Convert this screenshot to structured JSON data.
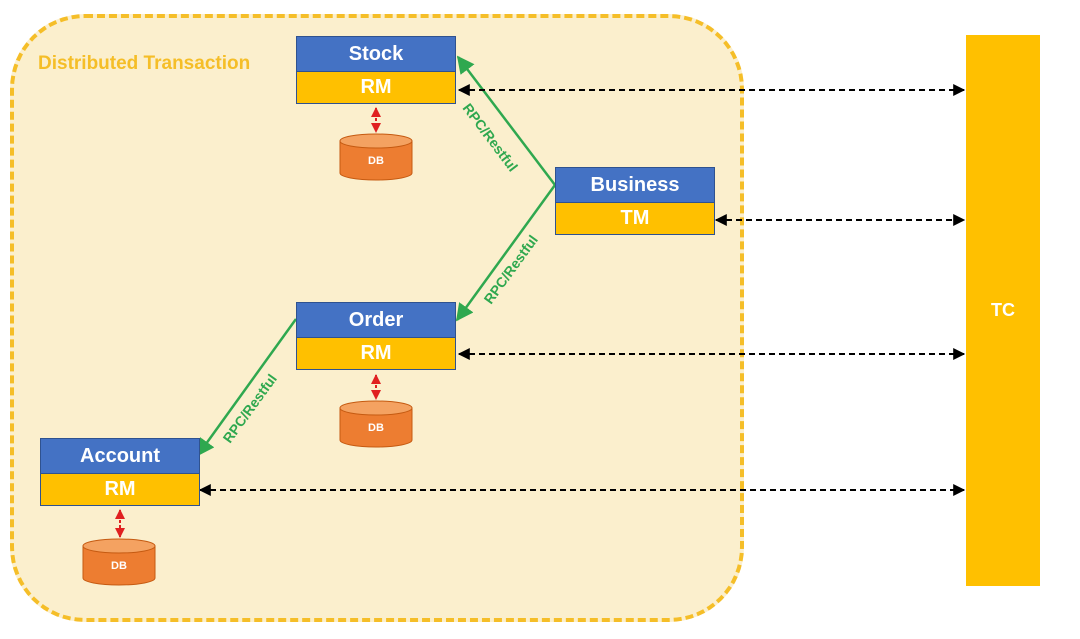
{
  "region": {
    "label": "Distributed Transaction"
  },
  "services": {
    "stock": {
      "name": "Stock",
      "role": "RM"
    },
    "business": {
      "name": "Business",
      "role": "TM"
    },
    "order": {
      "name": "Order",
      "role": "RM"
    },
    "account": {
      "name": "Account",
      "role": "RM"
    }
  },
  "coordinator": {
    "label": "TC"
  },
  "db_label": "DB",
  "edge_label": "RPC/Restful",
  "colors": {
    "service_header": "#4472c4",
    "role_bar": "#ffc000",
    "region_fill": "#fbefcd",
    "region_border": "#f5be28",
    "rpc_arrow": "#2fa84f",
    "db_link": "#e02020",
    "db": "#ed7d31",
    "tc_link": "#000000"
  }
}
